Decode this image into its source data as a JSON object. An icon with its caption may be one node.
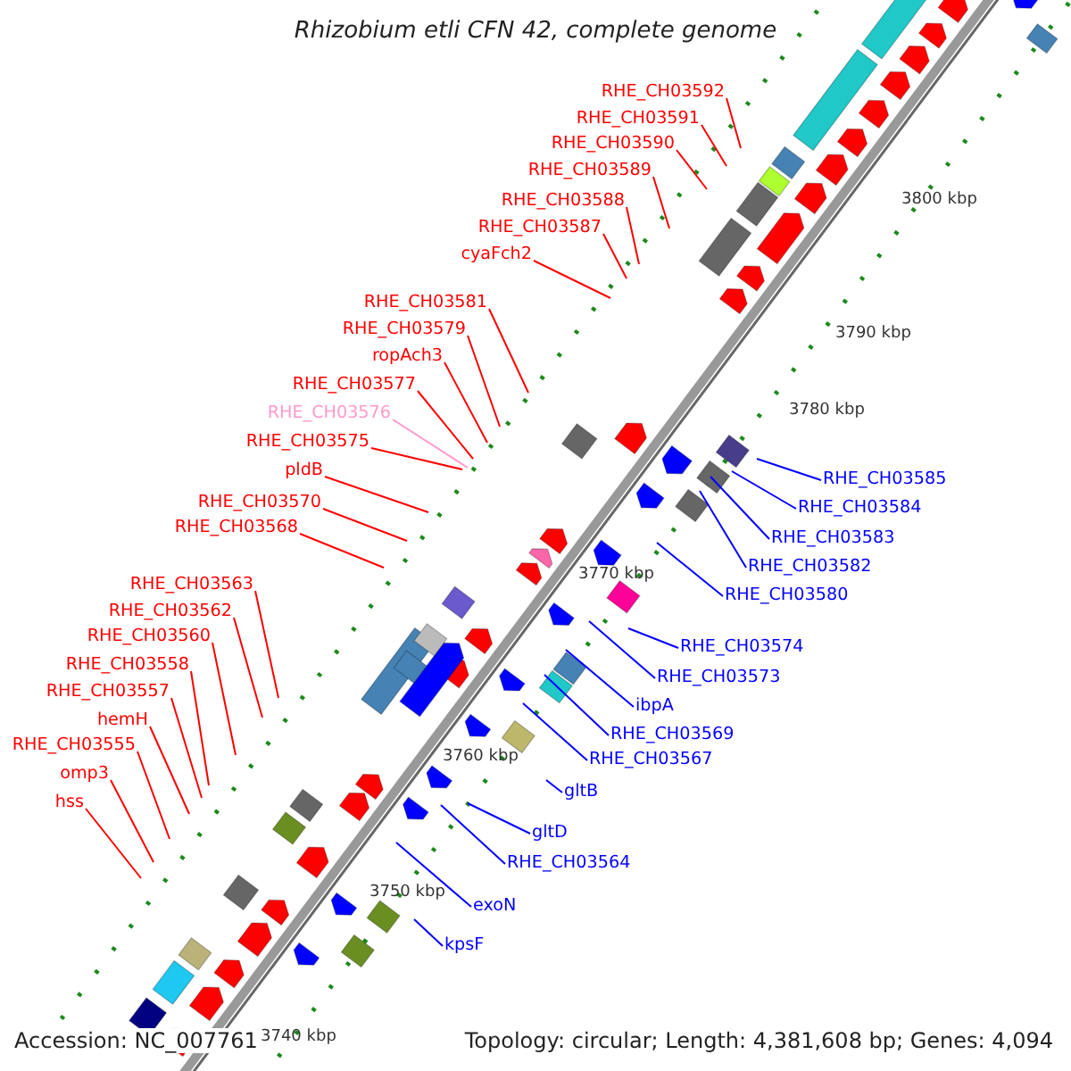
{
  "diagram": {
    "title": "Rhizobium etli CFN 42, complete genome",
    "nodes": [
      {
        "text": [
          "RHE_CH03592"
        ]
      },
      {
        "text": [
          "RHE_CH03591"
        ]
      },
      {
        "text": [
          "RHE_CH03590"
        ]
      },
      {
        "text": [
          "RHE_CH03589"
        ]
      },
      {
        "text": [
          "RHE_CH03588"
        ]
      },
      {
        "text": [
          "RHE_CH03587"
        ]
      },
      {
        "text": [
          "cyaFch2"
        ]
      },
      {
        "text": [
          "RHE_CH03581"
        ]
      },
      {
        "text": [
          "RHE_CH03579"
        ]
      },
      {
        "text": [
          "ropAch3"
        ]
      },
      {
        "text": [
          "RHE_CH03577"
        ]
      },
      {
        "text": [
          "RHE_CH03576"
        ]
      },
      {
        "text": [
          "RHE_CH03575"
        ]
      },
      {
        "text": [
          "pldB"
        ]
      },
      {
        "text": [
          "RHE_CH03570"
        ]
      },
      {
        "text": [
          "RHE_CH03568"
        ]
      },
      {
        "text": [
          "RHE_CH03563"
        ]
      },
      {
        "text": [
          "RHE_CH03562"
        ]
      },
      {
        "text": [
          "RHE_CH03560"
        ]
      },
      {
        "text": [
          "RHE_CH03558"
        ]
      },
      {
        "text": [
          "RHE_CH03557"
        ]
      },
      {
        "text": [
          "hemH"
        ]
      },
      {
        "text": [
          "RHE_CH03555"
        ]
      },
      {
        "text": [
          "omp3"
        ]
      },
      {
        "text": [
          "hss"
        ]
      },
      {
        "text": [
          "RHE_CH03585"
        ]
      },
      {
        "text": [
          "RHE_CH03584"
        ]
      },
      {
        "text": [
          "RHE_CH03583"
        ]
      },
      {
        "text": [
          "RHE_CH03582"
        ]
      },
      {
        "text": [
          "RHE_CH03580"
        ]
      },
      {
        "text": [
          "RHE_CH03574"
        ]
      },
      {
        "text": [
          "RHE_CH03573"
        ]
      },
      {
        "text": [
          "ibpA"
        ]
      },
      {
        "text": [
          "RHE_CH03569"
        ]
      },
      {
        "text": [
          "RHE_CH03567"
        ]
      },
      {
        "text": [
          "gltB"
        ]
      },
      {
        "text": [
          "gltD"
        ]
      },
      {
        "text": [
          "RHE_CH03564"
        ]
      },
      {
        "text": [
          "exoN"
        ]
      },
      {
        "text": [
          "kpsF"
        ]
      }
    ],
    "edges": [
      {
        "from": 0,
        "to": null,
        "arrow": "none"
      },
      {
        "from": 1,
        "to": null,
        "arrow": "none"
      },
      {
        "from": 2,
        "to": null,
        "arrow": "none"
      },
      {
        "from": 3,
        "to": null,
        "arrow": "none"
      },
      {
        "from": 4,
        "to": null,
        "arrow": "none"
      },
      {
        "from": 5,
        "to": null,
        "arrow": "none"
      },
      {
        "from": 6,
        "to": null,
        "arrow": "none"
      },
      {
        "from": 7,
        "to": null,
        "arrow": "none"
      },
      {
        "from": 8,
        "to": null,
        "arrow": "none"
      },
      {
        "from": 9,
        "to": null,
        "arrow": "none"
      },
      {
        "from": 10,
        "to": null,
        "arrow": "none"
      },
      {
        "from": 11,
        "to": null,
        "arrow": "none",
        "color": "#ff99cc"
      },
      {
        "from": 12,
        "to": null,
        "arrow": "none"
      },
      {
        "from": 13,
        "to": null,
        "arrow": "none"
      },
      {
        "from": 14,
        "to": null,
        "arrow": "none"
      },
      {
        "from": 15,
        "to": null,
        "arrow": "none"
      },
      {
        "from": 16,
        "to": null,
        "arrow": "none"
      },
      {
        "from": 17,
        "to": null,
        "arrow": "none"
      },
      {
        "from": 18,
        "to": null,
        "arrow": "none"
      },
      {
        "from": 19,
        "to": null,
        "arrow": "none"
      },
      {
        "from": 20,
        "to": null,
        "arrow": "none"
      },
      {
        "from": 21,
        "to": null,
        "arrow": "none"
      },
      {
        "from": 22,
        "to": null,
        "arrow": "none"
      },
      {
        "from": 23,
        "to": null,
        "arrow": "none"
      },
      {
        "from": 24,
        "to": null,
        "arrow": "none"
      },
      {
        "from": 25,
        "to": null,
        "arrow": "none",
        "color": "#0000ff"
      },
      {
        "from": 26,
        "to": null,
        "arrow": "none",
        "color": "#0000ff"
      },
      {
        "from": 27,
        "to": null,
        "arrow": "none",
        "color": "#0000ff"
      },
      {
        "from": 28,
        "to": null,
        "arrow": "none",
        "color": "#0000ff"
      },
      {
        "from": 29,
        "to": null,
        "arrow": "none",
        "color": "#0000ff"
      },
      {
        "from": 30,
        "to": null,
        "arrow": "none",
        "color": "#0000ff"
      },
      {
        "from": 31,
        "to": null,
        "arrow": "none",
        "color": "#0000ff"
      },
      {
        "from": 32,
        "to": null,
        "arrow": "none",
        "color": "#0000ff"
      },
      {
        "from": 33,
        "to": null,
        "arrow": "none",
        "color": "#0000ff"
      },
      {
        "from": 34,
        "to": null,
        "arrow": "none",
        "color": "#0000ff"
      },
      {
        "from": 35,
        "to": null,
        "arrow": "none",
        "color": "#0000ff"
      },
      {
        "from": 36,
        "to": null,
        "arrow": "none",
        "color": "#0000ff"
      },
      {
        "from": 37,
        "to": null,
        "arrow": "none",
        "color": "#0000ff"
      },
      {
        "from": 38,
        "to": null,
        "arrow": "none",
        "color": "#0000ff"
      },
      {
        "from": 39,
        "to": null,
        "arrow": "none",
        "color": "#0000ff"
      }
    ],
    "labels": [
      "3800 kbp",
      "3790 kbp",
      "3780 kbp",
      "3770 kbp",
      "3760 kbp",
      "3750 kbp",
      "3740 kbp",
      "Accession: NC_007761",
      "Topology: circular; Length: 4,381,608 bp; Genes: 4,094"
    ]
  }
}
